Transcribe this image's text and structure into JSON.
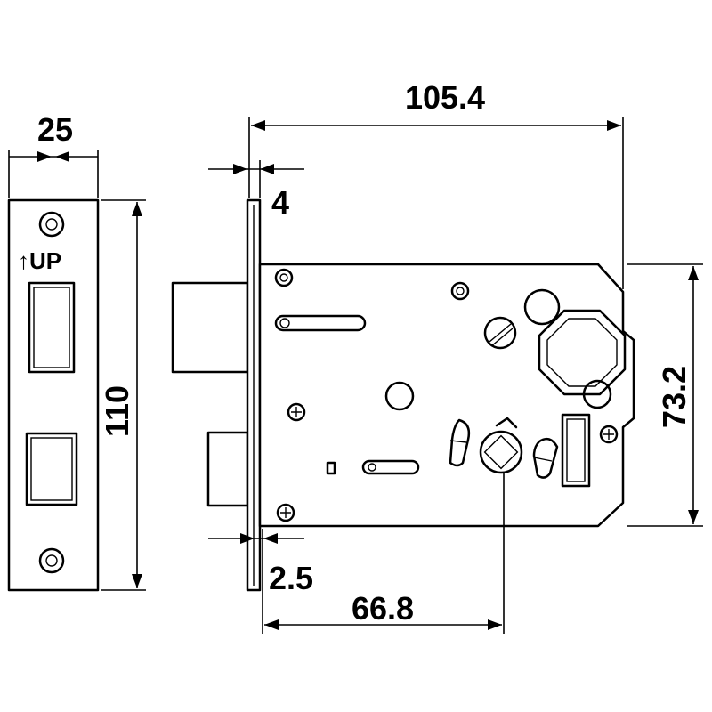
{
  "drawing": {
    "faceplate": {
      "marking": "↑UP"
    },
    "dimensions": {
      "faceplate_width": "25",
      "faceplate_height": "110",
      "overall_length": "105.4",
      "forend_thickness": "4",
      "case_height": "73.2",
      "case_thickness": "2.5",
      "backset": "66.8"
    }
  }
}
